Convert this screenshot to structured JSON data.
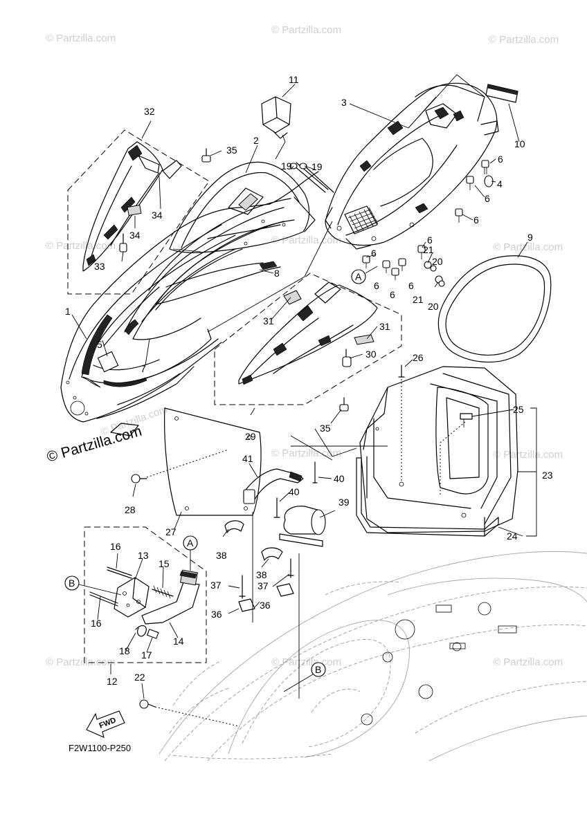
{
  "watermark": {
    "text": "© Partzilla.com",
    "prominent_text": "© Partzilla.com"
  },
  "diagram_code": "F2W1100-P250",
  "fwd_label": "FWD",
  "ref_labels": {
    "a": "A",
    "b": "B"
  },
  "callouts": {
    "n1": "1",
    "n2": "2",
    "n3": "3",
    "n4": "4",
    "n5": "5",
    "n6": "6",
    "n7": "7",
    "n8": "8",
    "n9": "9",
    "n10": "10",
    "n11": "11",
    "n12": "12",
    "n13": "13",
    "n14": "14",
    "n15": "15",
    "n16": "16",
    "n17": "17",
    "n18": "18",
    "n19": "19",
    "n20": "20",
    "n21": "21",
    "n22": "22",
    "n23": "23",
    "n24": "24",
    "n25": "25",
    "n26": "26",
    "n27": "27",
    "n28": "28",
    "n29": "29",
    "n30": "30",
    "n31": "31",
    "n32": "32",
    "n33": "33",
    "n34": "34",
    "n35": "35",
    "n36": "36",
    "n37": "37",
    "n38": "38",
    "n39": "39",
    "n40": "40",
    "n41": "41"
  }
}
